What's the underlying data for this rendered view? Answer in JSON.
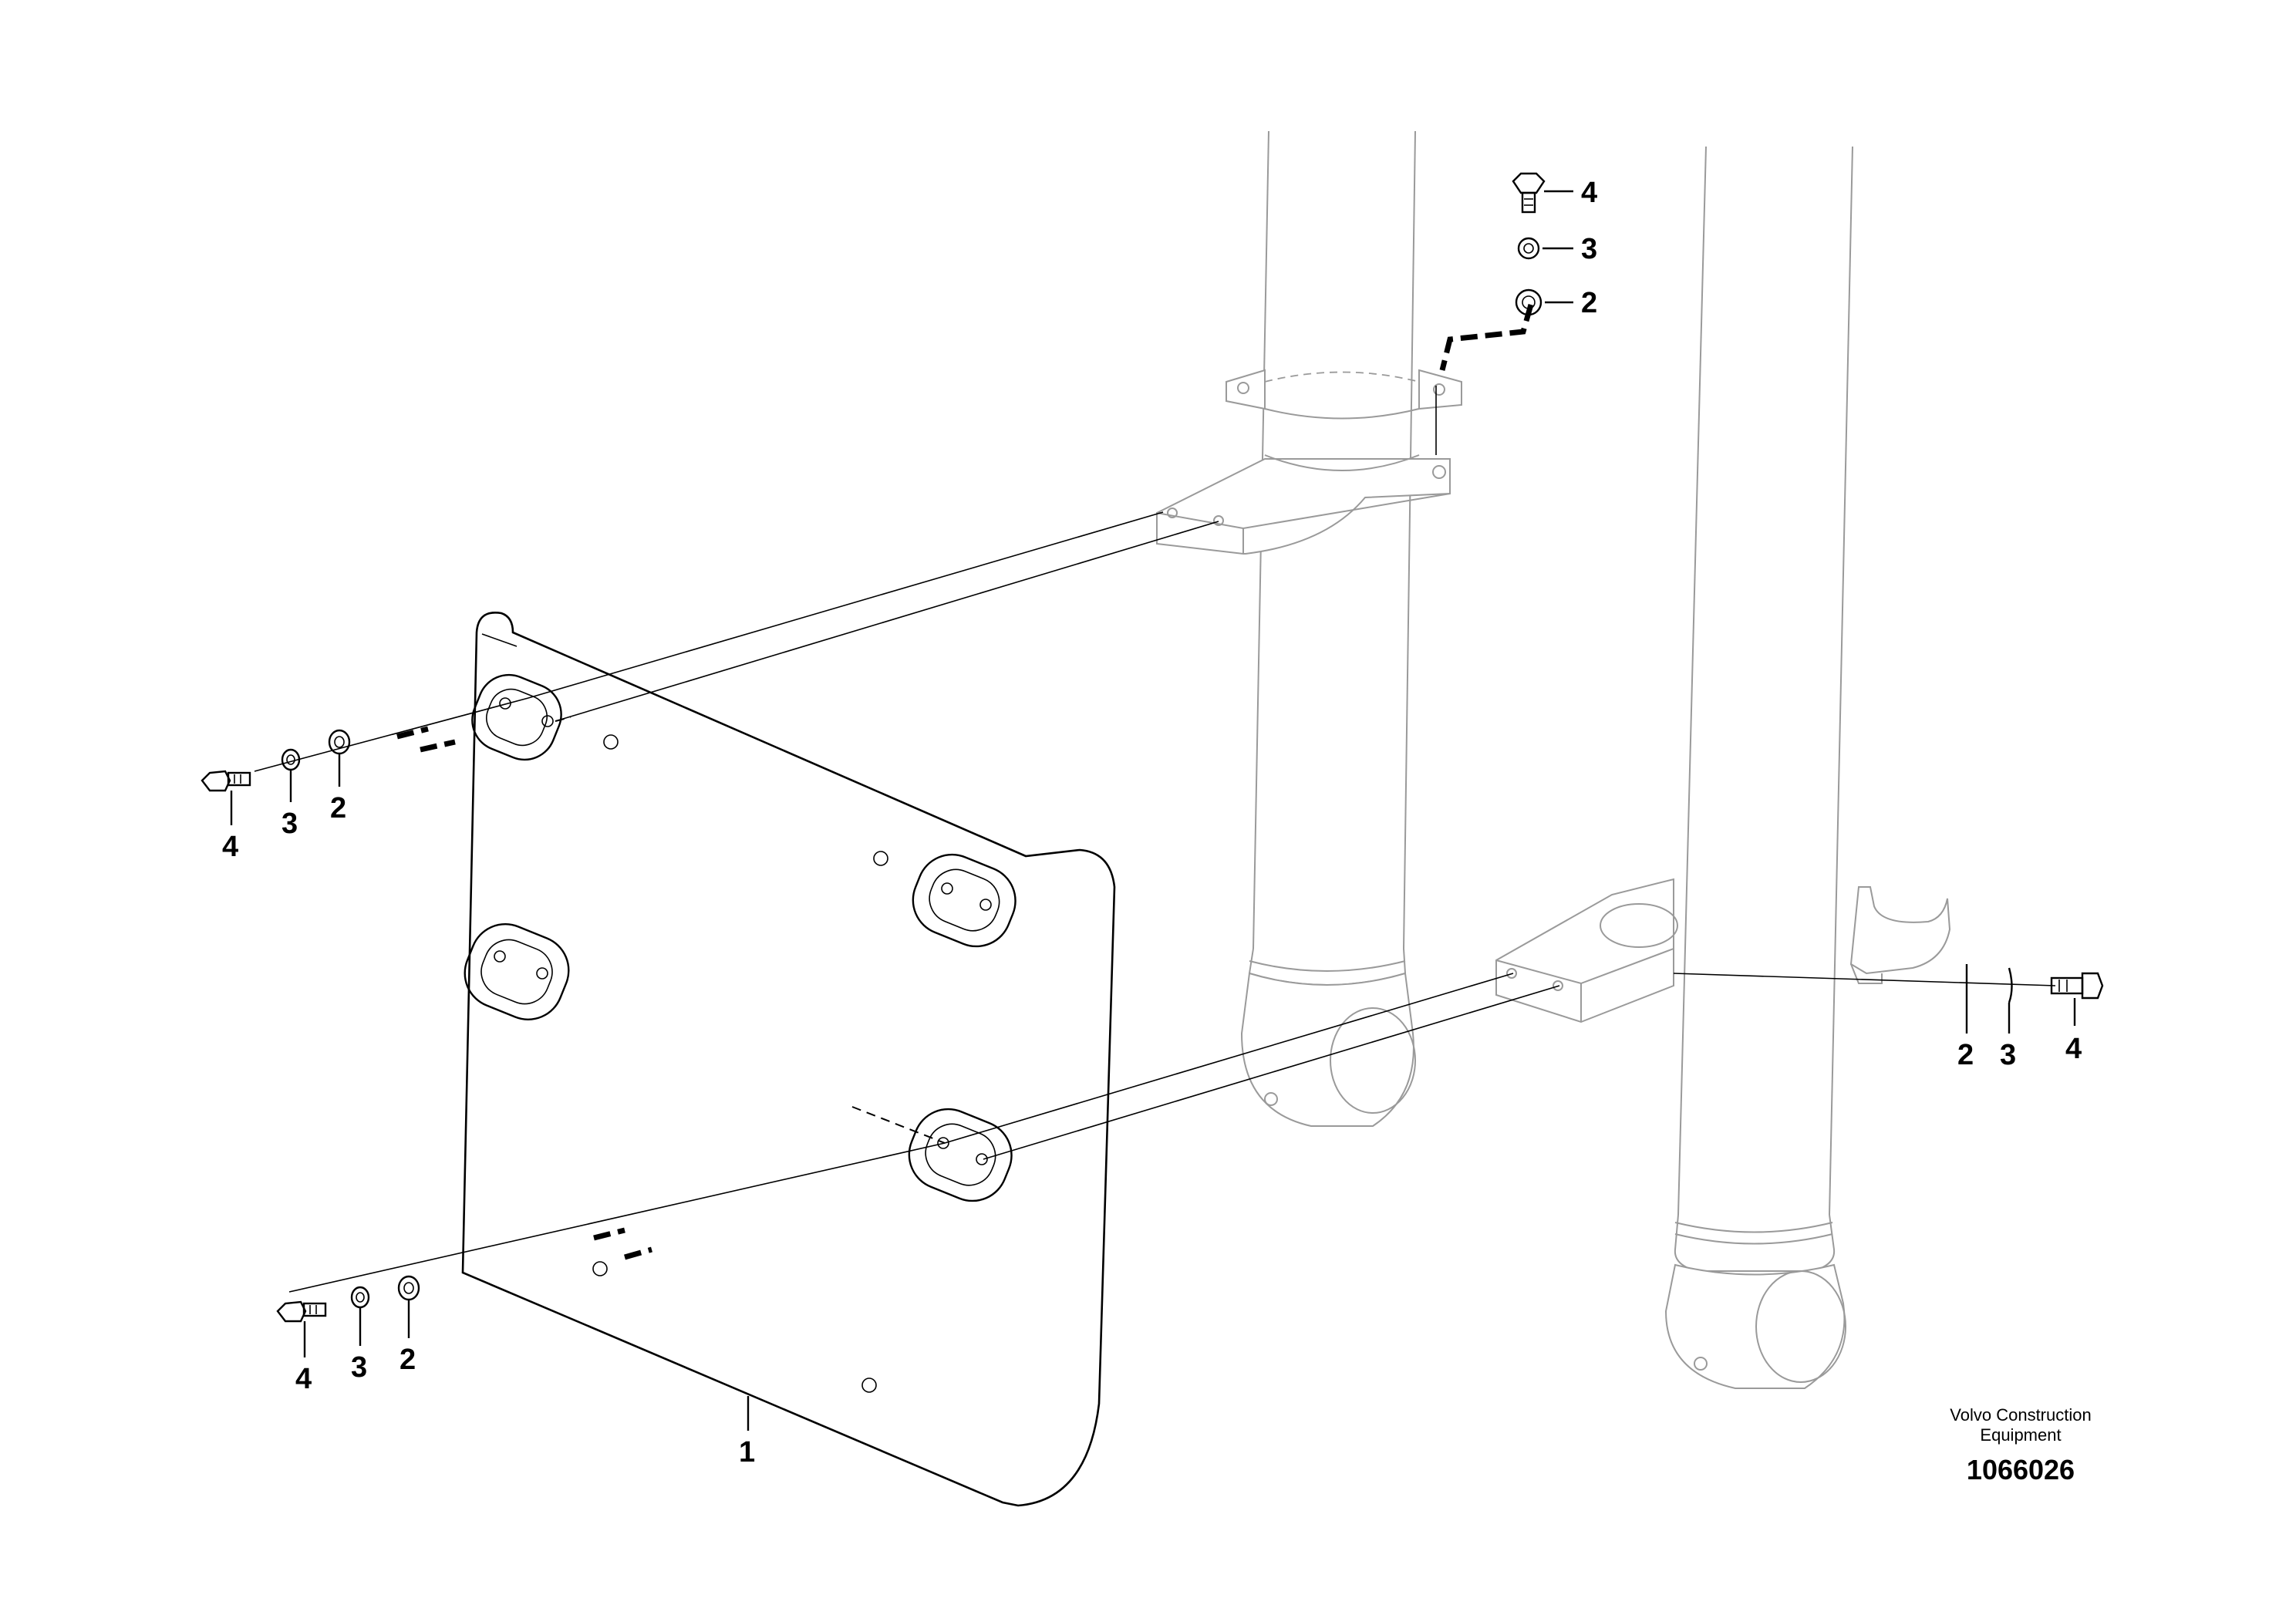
{
  "labels": {
    "plate": "1",
    "washer": "2",
    "lock_washer": "3",
    "bolt": "4"
  },
  "publisher": {
    "line1": "Volvo Construction",
    "line2": "Equipment"
  },
  "drawing_number": "1066026"
}
